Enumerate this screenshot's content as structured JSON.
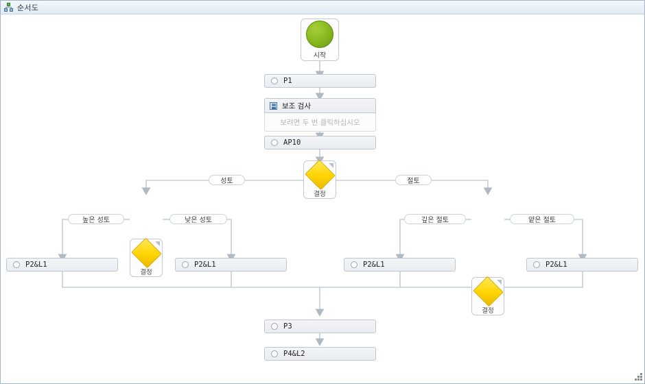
{
  "window": {
    "title": "순서도",
    "icon": "org-chart-icon",
    "resize_grip": "resize-grip-icon"
  },
  "colors": {
    "decision_fill": "#ffd400",
    "start_fill": "#8dbd22",
    "node_border": "#bcc6cf",
    "connector": "#c3cdd8",
    "titlebar_bg": "#eaf0f7",
    "frame_border": "#9fb6cd"
  },
  "flowchart": {
    "start": {
      "label": "시작",
      "shape": "circle"
    },
    "nodes": [
      {
        "id": "p1",
        "label": "P1",
        "type": "process"
      },
      {
        "id": "ap10",
        "label": "AP10",
        "type": "process"
      },
      {
        "id": "p3",
        "label": "P3",
        "type": "process"
      },
      {
        "id": "p4l2",
        "label": "P4&L2",
        "type": "process"
      }
    ],
    "subprocess": {
      "header": "보조 검사",
      "body": "보려면 두 번 클릭하십시오"
    },
    "decisions": [
      {
        "id": "dec-main",
        "label": "결정"
      },
      {
        "id": "dec-left",
        "label": "결정"
      },
      {
        "id": "dec-right",
        "label": "결정"
      }
    ],
    "edge_labels": [
      {
        "id": "edge-fill",
        "label": "성토"
      },
      {
        "id": "edge-cut",
        "label": "절토"
      },
      {
        "id": "edge-high-fill",
        "label": "높은 성토"
      },
      {
        "id": "edge-low-fill",
        "label": "낮은 성토"
      },
      {
        "id": "edge-deep-cut",
        "label": "깊은 절토"
      },
      {
        "id": "edge-shallow-cut",
        "label": "얕은 절토"
      }
    ],
    "result_boxes": [
      {
        "id": "res-1",
        "label": "P2&L1"
      },
      {
        "id": "res-2",
        "label": "P2&L1"
      },
      {
        "id": "res-3",
        "label": "P2&L1"
      },
      {
        "id": "res-4",
        "label": "P2&L1"
      }
    ]
  }
}
